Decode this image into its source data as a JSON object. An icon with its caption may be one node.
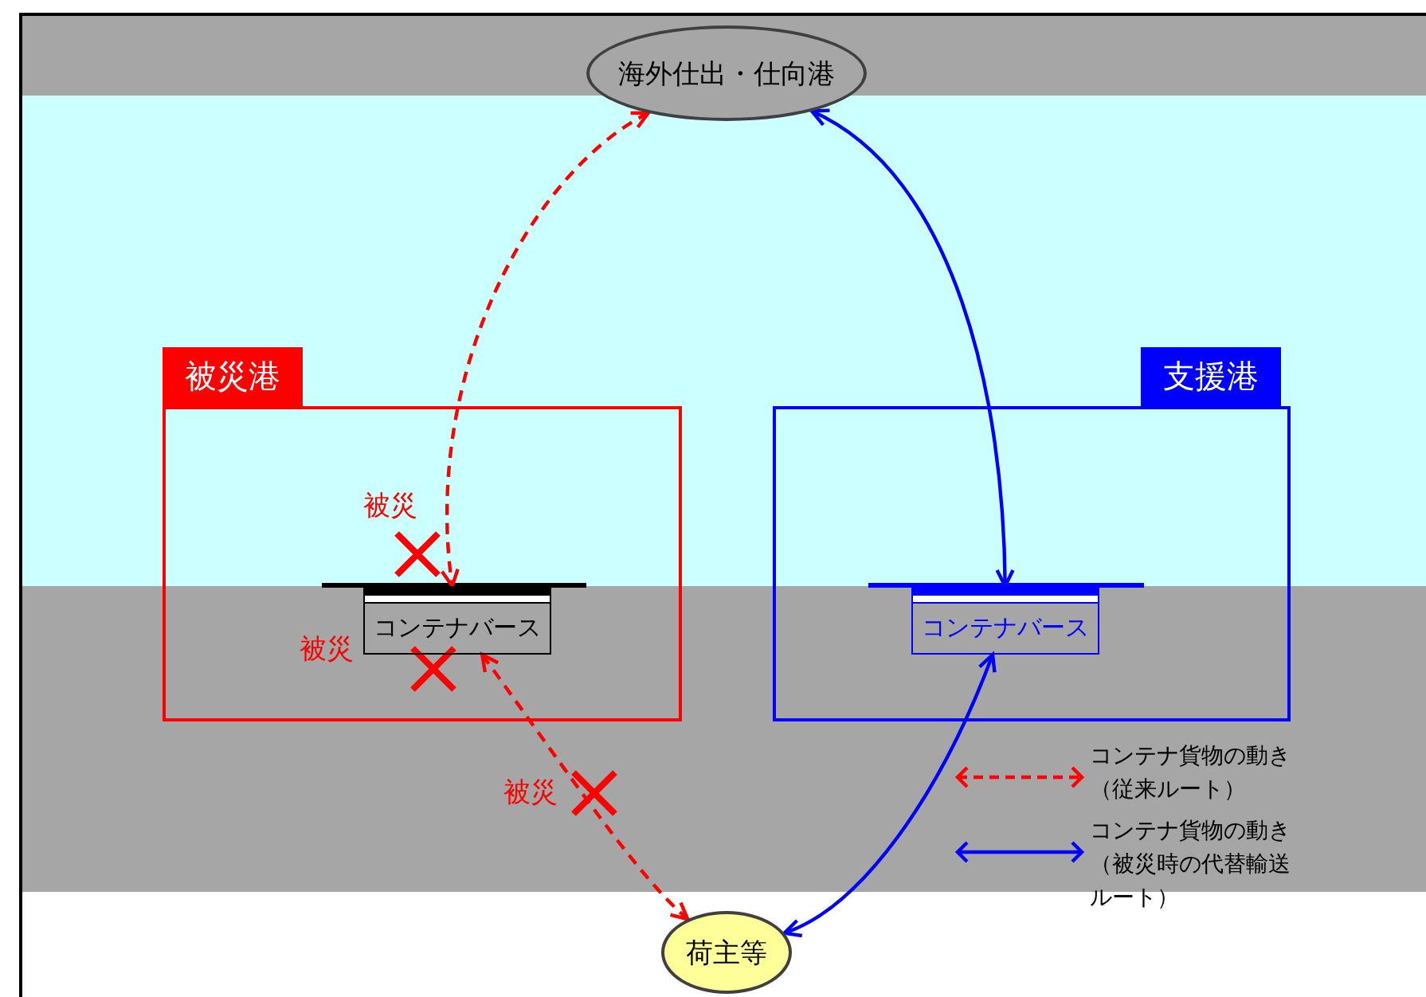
{
  "diagram": {
    "nodes": [
      {
        "text": [
          "海外仕出・仕向港"
        ]
      },
      {
        "text": [
          "被災港"
        ]
      },
      {
        "text": [
          "コンテナバース"
        ],
        "in": 1
      },
      {
        "text": [
          "支援港"
        ]
      },
      {
        "text": [
          "コンテナバース"
        ],
        "in": 3
      },
      {
        "text": [
          "荷主等"
        ]
      }
    ],
    "edges": [
      {
        "from": 0,
        "to": 2,
        "arrow": "both",
        "style": "dashed",
        "color": "#ff0000"
      },
      {
        "from": 2,
        "to": 5,
        "arrow": "both",
        "style": "dashed",
        "color": "#ff0000"
      },
      {
        "from": 0,
        "to": 4,
        "arrow": "both",
        "color": "#0000ff"
      },
      {
        "from": 4,
        "to": 5,
        "arrow": "both",
        "color": "#0000ff"
      }
    ],
    "labels": [
      "被災",
      "被災",
      "被災"
    ],
    "legend": [
      {
        "text": "コンテナ貨物の動き（従来ルート）",
        "color": "#ff0000"
      },
      {
        "text": "コンテナ貨物の動き（被災時の代替輸送ルート）",
        "color": "#0000ff"
      }
    ]
  }
}
